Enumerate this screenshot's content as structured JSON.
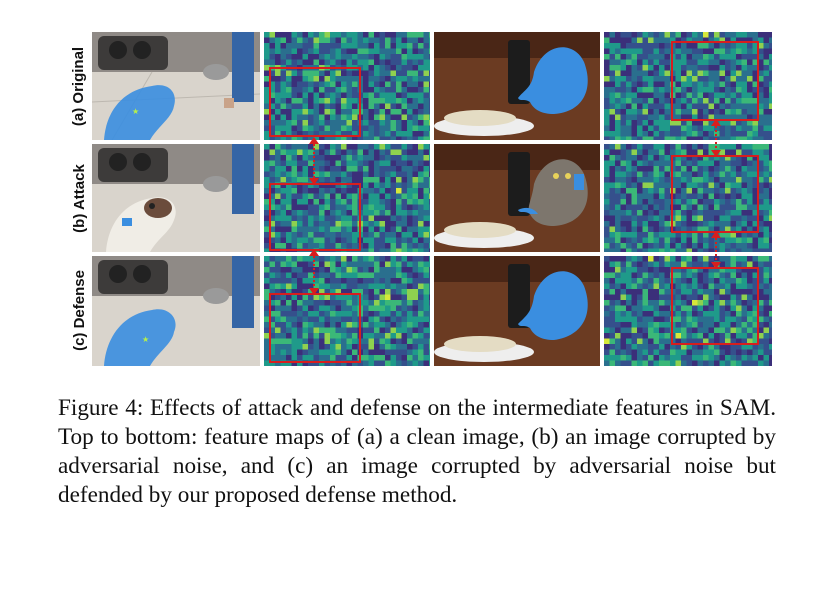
{
  "figure": {
    "rows": [
      {
        "label": "(a) Original"
      },
      {
        "label": "(b) Attack"
      },
      {
        "label": "(c) Defense"
      }
    ],
    "colors": {
      "mask": "#3a8ee0",
      "box": "#d81e1e",
      "feature_low": "#3b2f7a",
      "feature_mid": "#1f9a8a",
      "feature_high": "#d6e83a"
    }
  },
  "caption": {
    "text": "Figure 4: Effects of attack and defense on the intermediate features in SAM. Top to bottom: feature maps of (a) a clean image, (b) an image corrupted by adversarial noise, and (c) an image corrupted by adversarial noise but defended by our proposed defense method."
  }
}
